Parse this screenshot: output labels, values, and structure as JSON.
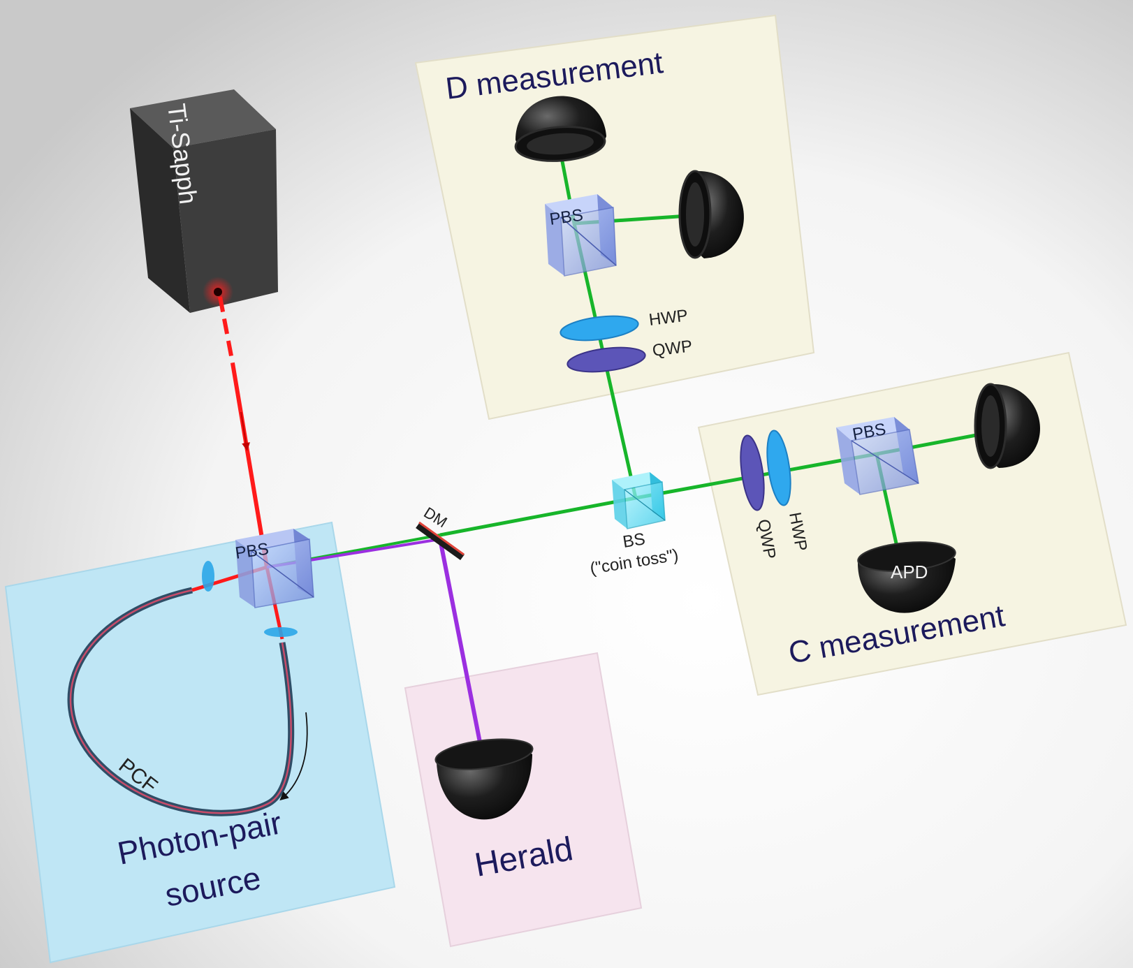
{
  "panels": {
    "d_measurement": "D measurement",
    "c_measurement": "C measurement",
    "photon_pair_source_line1": "Photon-pair",
    "photon_pair_source_line2": "source",
    "herald": "Herald"
  },
  "components": {
    "laser": "Ti-Sapph",
    "pbs_source": "PBS",
    "pbs_d": "PBS",
    "pbs_c": "PBS",
    "dm": "DM",
    "bs": "BS",
    "bs_note": "(\"coin toss\")",
    "hwp_d": "HWP",
    "qwp_d": "QWP",
    "hwp_c": "HWP",
    "qwp_c": "QWP",
    "apd": "APD",
    "pcf": "PCF"
  },
  "colors": {
    "pump_beam": "#ff1a1a",
    "signal_beam": "#17b52a",
    "idler_beam": "#9b2fe0",
    "panel_source": "#bfe6f5",
    "panel_herald": "#f6e4ee",
    "panel_measure": "#f6f4e2",
    "label_text": "#1c1a5c"
  }
}
